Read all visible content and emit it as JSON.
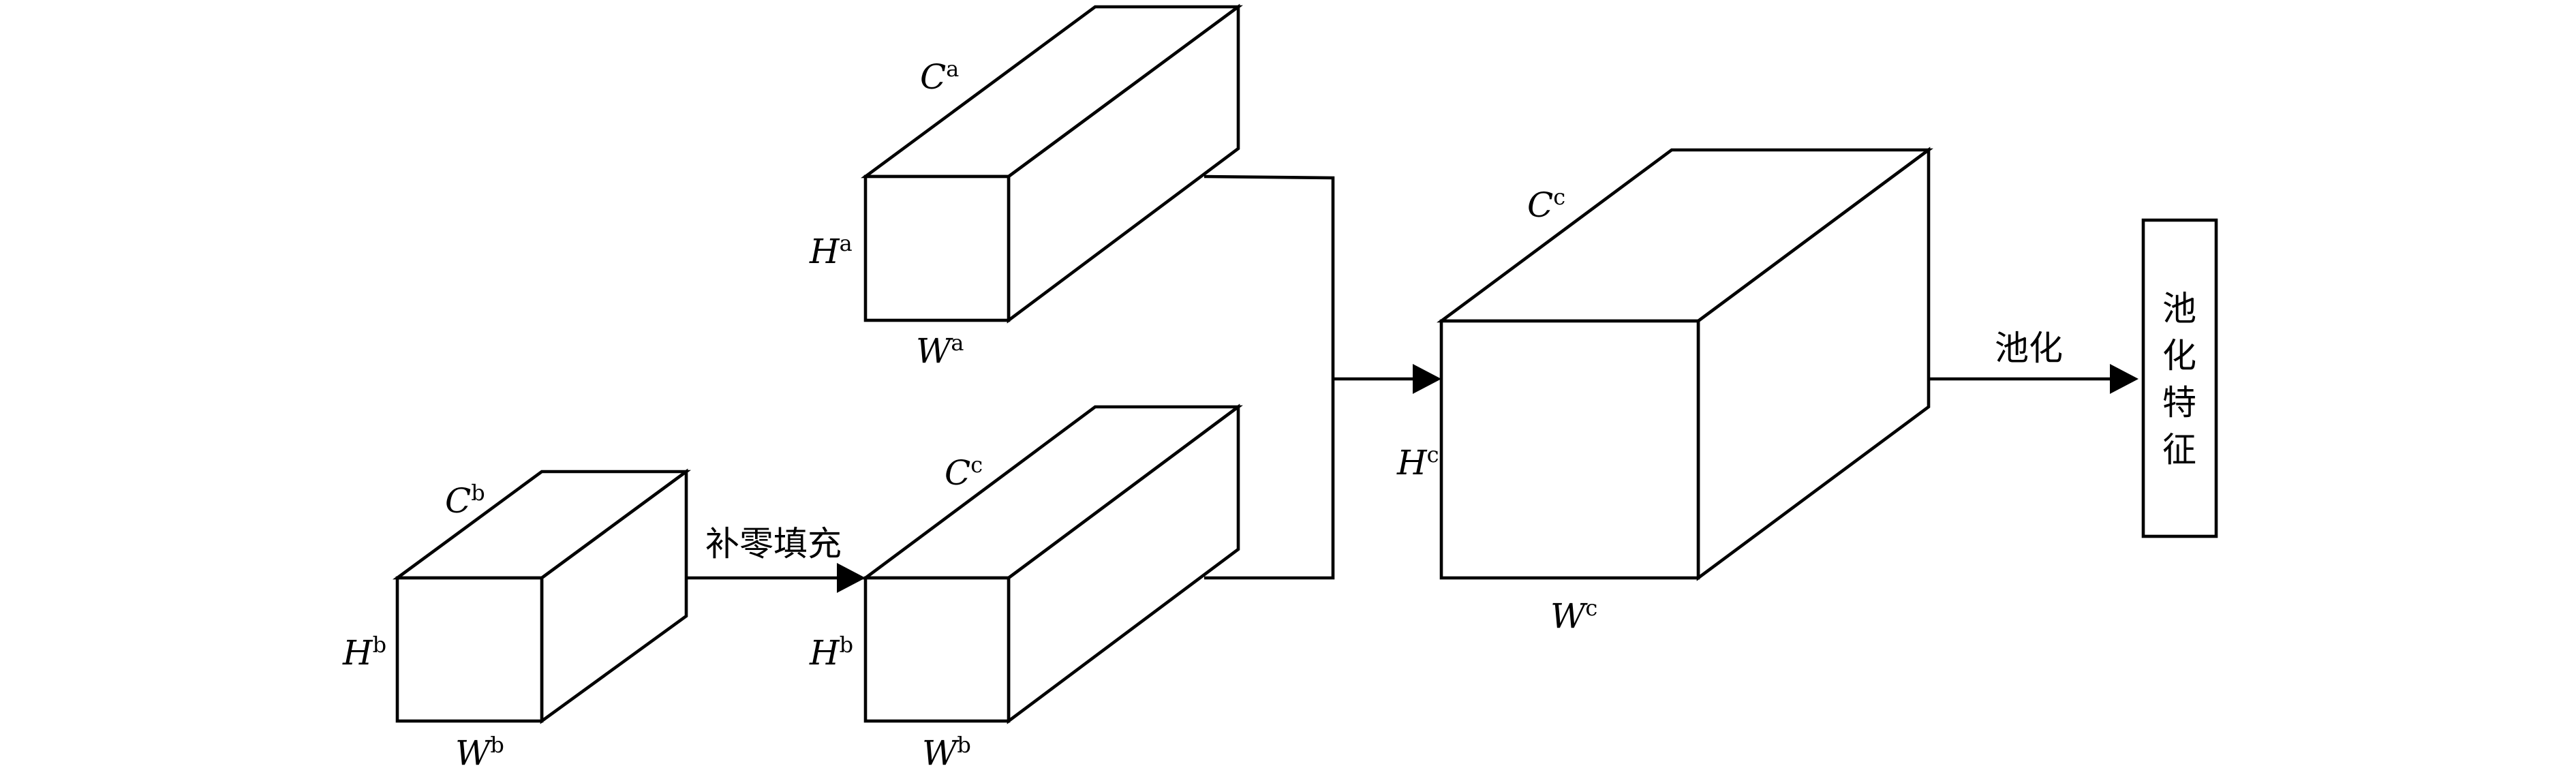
{
  "blocks": {
    "a": {
      "channel": "C",
      "channel_sup": "a",
      "height": "H",
      "height_sup": "a",
      "width": "W",
      "width_sup": "a"
    },
    "b": {
      "channel": "C",
      "channel_sup": "b",
      "height": "H",
      "height_sup": "b",
      "width": "W",
      "width_sup": "b"
    },
    "padded": {
      "channel": "C",
      "channel_sup": "c",
      "height": "H",
      "height_sup": "b",
      "width": "W",
      "width_sup": "b"
    },
    "concat": {
      "channel": "C",
      "channel_sup": "c",
      "height": "H",
      "height_sup": "c",
      "width": "W",
      "width_sup": "c"
    }
  },
  "edges": {
    "zero_padding": "补零填充",
    "pooling": "池化"
  },
  "output_box": {
    "chars": [
      "池",
      "化",
      "特",
      "征"
    ]
  }
}
